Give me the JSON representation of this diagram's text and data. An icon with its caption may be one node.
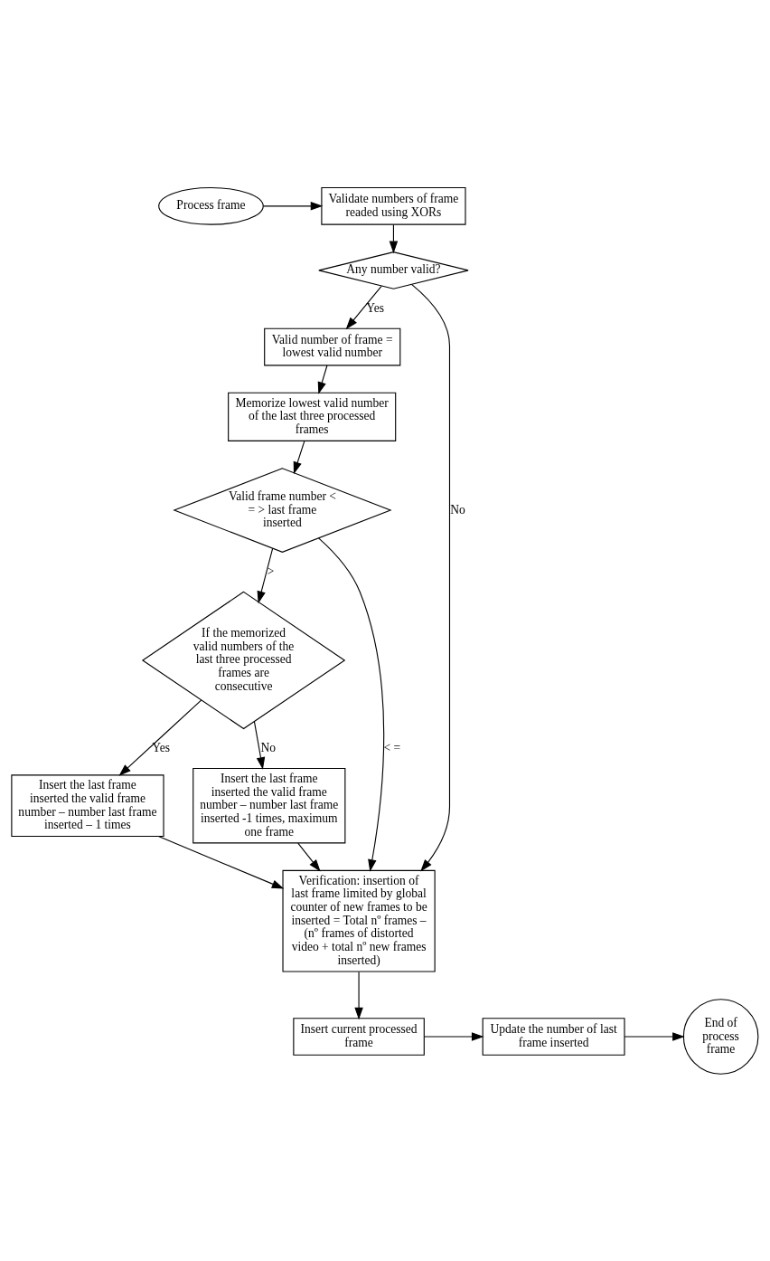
{
  "diagram": {
    "nodes": [
      {
        "text": [
          "Process frame"
        ]
      },
      {
        "text": [
          "Validate numbers of frame readed using XORs"
        ]
      },
      {
        "text": [
          "Any number valid?"
        ]
      },
      {
        "text": [
          "Valid number of frame = lowest valid number"
        ]
      },
      {
        "text": [
          "Memorize lowest valid number of the last three processed frames"
        ]
      },
      {
        "text": [
          "Valid frame number < = > last frame inserted"
        ]
      },
      {
        "text": [
          "If the memorized valid numbers of the last three processed frames are consecutive"
        ]
      },
      {
        "text": [
          "Insert the last frame inserted the valid frame number – number last frame inserted – 1 times"
        ]
      },
      {
        "text": [
          "Insert the last frame inserted the valid frame number – number last frame inserted -1 times, maximum one frame"
        ]
      },
      {
        "text": [
          "Verification: insertion of last frame limited by global counter of new frames to be inserted = Total nº frames – (nº frames of distorted video + total nº new frames inserted)"
        ]
      },
      {
        "text": [
          "Insert current processed frame"
        ]
      },
      {
        "text": [
          "Update the number of last frame inserted"
        ]
      },
      {
        "text": [
          "End of process frame"
        ]
      }
    ],
    "edges": [
      {
        "from": 0,
        "to": 1,
        "arrow": "to"
      },
      {
        "from": 1,
        "to": 2,
        "arrow": "to"
      },
      {
        "from": 2,
        "to": 3,
        "arrow": "to",
        "label": "Yes"
      },
      {
        "from": 2,
        "to": 9,
        "arrow": "to",
        "label": "No"
      },
      {
        "from": 3,
        "to": 4,
        "arrow": "to"
      },
      {
        "from": 4,
        "to": 5,
        "arrow": "to"
      },
      {
        "from": 5,
        "to": 9,
        "arrow": "to",
        "label": "< ="
      },
      {
        "from": 5,
        "to": 6,
        "arrow": "to",
        "label": ">"
      },
      {
        "from": 6,
        "to": 7,
        "arrow": "to",
        "label": "Yes"
      },
      {
        "from": 6,
        "to": 8,
        "arrow": "to",
        "label": "No"
      },
      {
        "from": 7,
        "to": 9,
        "arrow": "to"
      },
      {
        "from": 8,
        "to": 9,
        "arrow": "to"
      },
      {
        "from": 9,
        "to": 10,
        "arrow": "to"
      },
      {
        "from": 10,
        "to": 11,
        "arrow": "to"
      },
      {
        "from": 11,
        "to": 12,
        "arrow": "to"
      }
    ]
  }
}
